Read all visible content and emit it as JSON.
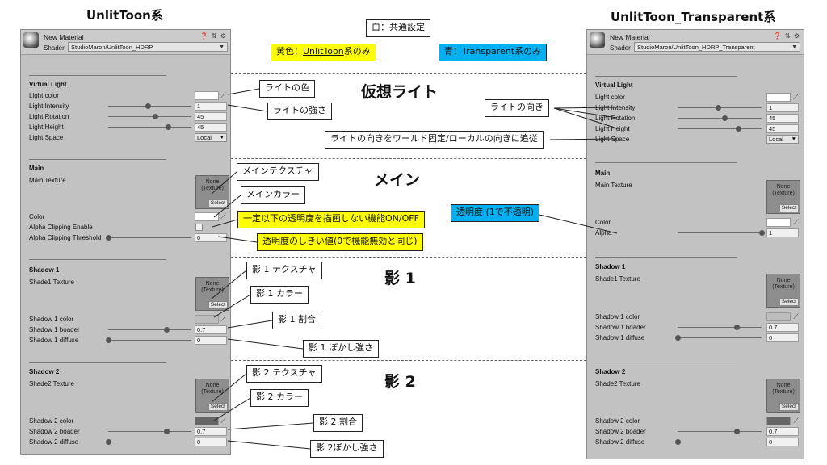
{
  "headings": {
    "left": "UnlitToon系",
    "right": "UnlitToon_Transparent系"
  },
  "legend": {
    "white": "白：共通設定",
    "yellow_prefix": "黄色：",
    "yellow_link": "UnlitToon",
    "yellow_suffix": "系のみ",
    "blue": "青：Transparent系のみ"
  },
  "sections": {
    "light": "仮想ライト",
    "main": "メイン",
    "shadow1": "影 1",
    "shadow2": "影 2"
  },
  "left_panel": {
    "material_name": "New Material",
    "header_icons": "❓ ⇅ ⚙",
    "shader_label": "Shader",
    "shader_value": "StudioMaron/UnlitToon_HDRP",
    "virtual_light": {
      "title": "Virtual Light",
      "light_color_label": "Light color",
      "light_intensity_label": "Light Intensity",
      "light_intensity_value": "1",
      "light_rotation_label": "Light Rotation",
      "light_rotation_value": "45",
      "light_height_label": "Light Height",
      "light_height_value": "45",
      "light_space_label": "Light Space",
      "light_space_value": "Local"
    },
    "main": {
      "title": "Main",
      "main_texture_label": "Main Texture",
      "texture_none": "None",
      "texture_type": "(Texture)",
      "select": "Select",
      "color_label": "Color",
      "alpha_clip_enable_label": "Alpha Clipping Enable",
      "alpha_clip_threshold_label": "Alpha Clipping Threshold",
      "alpha_clip_threshold_value": "0"
    },
    "shadow1": {
      "title": "Shadow 1",
      "texture_label": "Shade1 Texture",
      "texture_none": "None",
      "texture_type": "(Texture)",
      "select": "Select",
      "color_label": "Shadow 1 color",
      "boader_label": "Shadow 1 boader",
      "boader_value": "0.7",
      "diffuse_label": "Shadow 1 diffuse",
      "diffuse_value": "0"
    },
    "shadow2": {
      "title": "Shadow 2",
      "texture_label": "Shade2 Texture",
      "texture_none": "None",
      "texture_type": "(Texture)",
      "select": "Select",
      "color_label": "Shadow 2 color",
      "boader_label": "Shadow 2 boader",
      "boader_value": "0.7",
      "diffuse_label": "Shadow 2 diffuse",
      "diffuse_value": "0"
    },
    "slider_levels": {
      "light_intensity": 0.48,
      "light_rotation": 0.56,
      "light_height": 0.72,
      "alpha_threshold": 0.0,
      "shadow1_boader": 0.7,
      "shadow1_diffuse": 0.0,
      "shadow2_boader": 0.7,
      "shadow2_diffuse": 0.0
    }
  },
  "right_panel": {
    "material_name": "New Material",
    "header_icons": "❓ ⇅ ⚙",
    "shader_label": "Shader",
    "shader_value": "StudioMaron/UnlitToon_HDRP_Transparent",
    "virtual_light": {
      "title": "Virtual Light",
      "light_color_label": "Light color",
      "light_intensity_label": "Light Intensity",
      "light_intensity_value": "1",
      "light_rotation_label": "Light Rotation",
      "light_rotation_value": "45",
      "light_height_label": "Light Height",
      "light_height_value": "45",
      "light_space_label": "Light Space",
      "light_space_value": "Local"
    },
    "main": {
      "title": "Main",
      "main_texture_label": "Main Texture",
      "texture_none": "None",
      "texture_type": "(Texture)",
      "select": "Select",
      "color_label": "Color",
      "alpha_label": "Alpha",
      "alpha_value": "1"
    },
    "shadow1": {
      "title": "Shadow 1",
      "texture_label": "Shade1 Texture",
      "texture_none": "None",
      "texture_type": "(Texture)",
      "select": "Select",
      "color_label": "Shadow 1 color",
      "boader_label": "Shadow 1 boader",
      "boader_value": "0.7",
      "diffuse_label": "Shadow 1 diffuse",
      "diffuse_value": "0"
    },
    "shadow2": {
      "title": "Shadow 2",
      "texture_label": "Shade2 Texture",
      "texture_none": "None",
      "texture_type": "(Texture)",
      "select": "Select",
      "color_label": "Shadow 2 color",
      "boader_label": "Shadow 2 boader",
      "boader_value": "0.7",
      "diffuse_label": "Shadow 2 diffuse",
      "diffuse_value": "0"
    },
    "slider_levels": {
      "light_intensity": 0.48,
      "light_rotation": 0.56,
      "light_height": 0.72,
      "alpha": 1.0,
      "shadow1_boader": 0.7,
      "shadow1_diffuse": 0.0,
      "shadow2_boader": 0.7,
      "shadow2_diffuse": 0.0
    }
  },
  "annotations": {
    "light_color": "ライトの色",
    "light_intensity": "ライトの強さ",
    "light_direction": "ライトの向き",
    "light_space": "ライトの向きをワールド固定/ローカルの向きに追従",
    "main_texture": "メインテクスチャ",
    "main_color": "メインカラー",
    "alpha_clip_enable": "一定以下の透明度を描画しない機能ON/OFF",
    "alpha_clip_threshold": "透明度のしきい値(0で機能無効と同じ)",
    "alpha": "透明度 (1で不透明)",
    "shadow1_texture": "影 1 テクスチャ",
    "shadow1_color": "影 1 カラー",
    "shadow1_ratio": "影 1 割合",
    "shadow1_blur": "影 1 ぼかし強さ",
    "shadow2_texture": "影 2 テクスチャ",
    "shadow2_color": "影 2 カラー",
    "shadow2_ratio": "影 2 割合",
    "shadow2_blur": "影 2ぼかし強さ"
  },
  "colors": {
    "panel_bg": "#c2c2c2",
    "yellow_note": "#ffff00",
    "blue_note": "#00b0f0",
    "shadow1_swatch": "#bdbdbd",
    "shadow2_swatch": "#666666"
  }
}
